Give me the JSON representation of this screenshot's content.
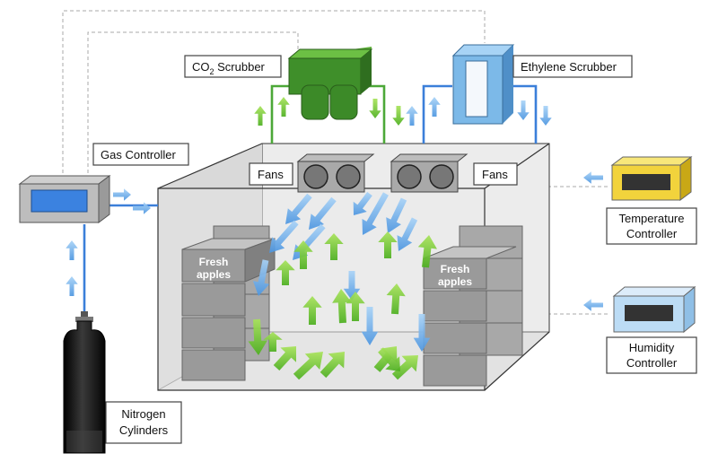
{
  "labels": {
    "co2_scrubber": "CO",
    "co2_subscript": "2",
    "co2_scrubber_rest": " Scrubber",
    "ethylene_scrubber": "Ethylene Scrubber",
    "gas_controller": "Gas Controller",
    "fans_left": "Fans",
    "fans_right": "Fans",
    "temperature_controller_line1": "Temperature",
    "temperature_controller_line2": "Controller",
    "humidity_controller_line1": "Humidity",
    "humidity_controller_line2": "Controller",
    "nitrogen_line1": "Nitrogen",
    "nitrogen_line2": "Cylinders",
    "fresh_apples_left_line1": "Fresh",
    "fresh_apples_left_line2": "apples",
    "fresh_apples_right_line1": "Fresh",
    "fresh_apples_right_line2": "apples"
  },
  "colors": {
    "co2_scrubber": "#3f8f2a",
    "ethylene_scrubber": "#7cb9e8",
    "gas_controller_screen": "#3b82e0",
    "temperature_controller": "#f2d33c",
    "humidity_controller": "#bcdcf5",
    "pipe_blue": "#3b7fd9",
    "pipe_green": "#4ca838",
    "flow_green": "#7cd13a",
    "flow_blue": "#6fb1ec",
    "apple_crate": "#9a9a9a",
    "room": "#e4e4e4",
    "nitrogen_cylinder": "#1a1a1a"
  },
  "icons": {
    "fan": "fan-icon",
    "cylinder": "gas-cylinder-icon",
    "flow_arrow": "arrow-icon"
  }
}
